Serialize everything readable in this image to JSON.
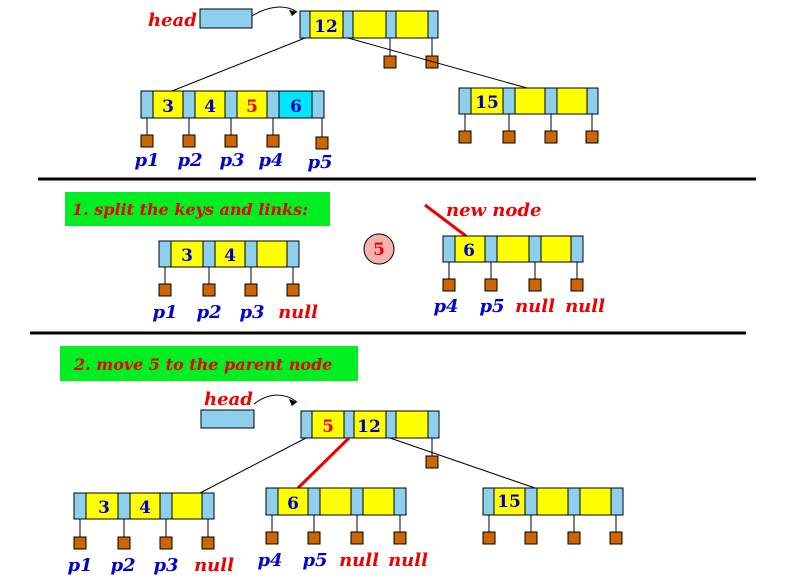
{
  "colors": {
    "key_cell": "#ffff00",
    "link_cell": "#8ecfee",
    "highlight_cell": "#00e5ff",
    "link_box": "#cc6600",
    "banner": "#00ee22",
    "blue_text": "#0000cc",
    "red_text": "#ee0000",
    "circle_fill": "#f7b0b0"
  },
  "section_top": {
    "head_label": "head",
    "root_keys": [
      "12",
      "",
      ""
    ],
    "left_node_keys": [
      "3",
      "4",
      "5",
      "6"
    ],
    "right_node_keys": [
      "15",
      "",
      ""
    ],
    "left_pointers": [
      "p1",
      "p2",
      "p3",
      "p4",
      "p5"
    ]
  },
  "section_split": {
    "banner": "1. split the keys and links:",
    "new_node_label": "new node",
    "left_keys": [
      "3",
      "4",
      ""
    ],
    "left_pointers": [
      "p1",
      "p2",
      "p3",
      "null"
    ],
    "middle_key": "5",
    "right_keys": [
      "6",
      "",
      ""
    ],
    "right_pointers": [
      "p4",
      "p5",
      "null",
      "null"
    ]
  },
  "section_move": {
    "banner": "2. move 5 to the parent node",
    "head_label": "head",
    "root_keys": [
      "5",
      "12",
      ""
    ],
    "left_keys": [
      "3",
      "4",
      ""
    ],
    "left_pointers": [
      "p1",
      "p2",
      "p3",
      "null"
    ],
    "middle_keys": [
      "6",
      "",
      ""
    ],
    "middle_pointers": [
      "p4",
      "p5",
      "null",
      "null"
    ],
    "right_keys": [
      "15",
      "",
      ""
    ]
  }
}
